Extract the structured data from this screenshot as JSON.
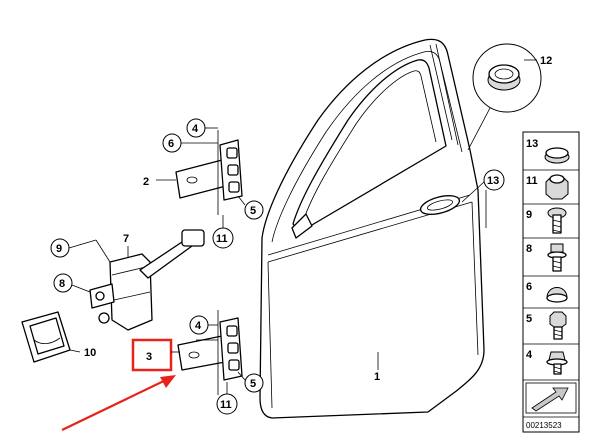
{
  "callouts": {
    "door": "1",
    "hinge_upper": "2",
    "hinge_lower": "3",
    "bolt_upper": "4",
    "bolt_lower": "4",
    "nut_upper": "5",
    "nut_lower": "5",
    "cap_upper": "6",
    "check_strap": "7",
    "check_bolt": "8",
    "check_screw": "9",
    "seal": "10",
    "clip_upper": "11",
    "clip_lower": "11",
    "grommet": "12",
    "handle_hole": "13"
  },
  "legend": {
    "items": [
      {
        "number": "13",
        "icon": "round-plug-icon"
      },
      {
        "number": "11",
        "icon": "hex-nut-icon"
      },
      {
        "number": "9",
        "icon": "torx-screw-icon"
      },
      {
        "number": "8",
        "icon": "collar-bolt-icon"
      },
      {
        "number": "6",
        "icon": "dome-cap-icon"
      },
      {
        "number": "5",
        "icon": "hex-bolt-icon"
      },
      {
        "number": "4",
        "icon": "flange-screw-icon"
      }
    ],
    "footer_code": "00213523"
  },
  "highlight": {
    "box_color": "#e8231b",
    "arrow_color": "#e8231b"
  }
}
